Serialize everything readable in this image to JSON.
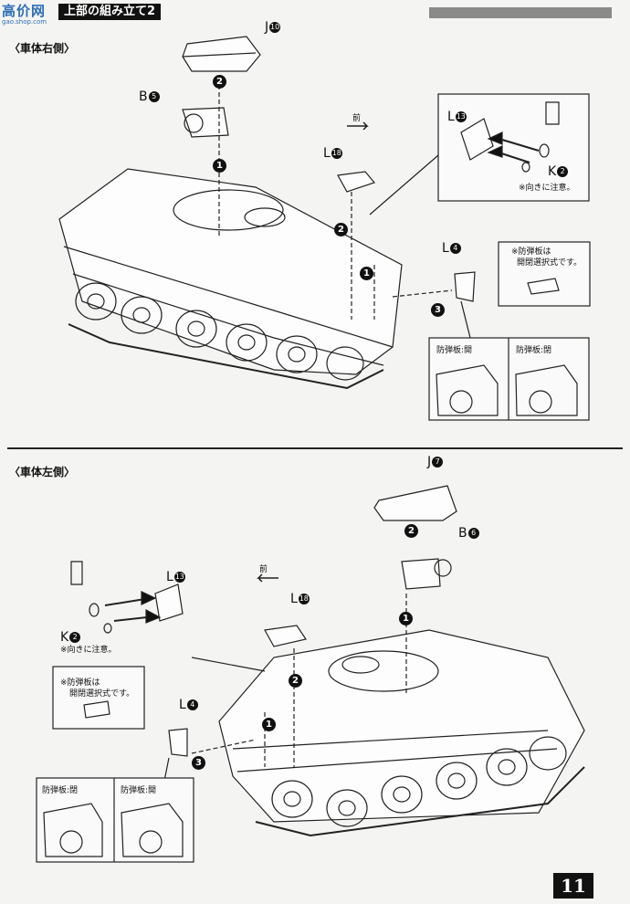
{
  "header": {
    "logo": "高价网",
    "logo_url": "gao.shop.com",
    "title": "上部の組み立て2"
  },
  "sections": [
    {
      "label": "〈車体右側〉",
      "parts": [
        {
          "letter": "J",
          "num": "⑩",
          "n": "10"
        },
        {
          "letter": "B",
          "num": "⑤",
          "n": "5"
        },
        {
          "letter": "L",
          "num": "⑬",
          "n": "13"
        },
        {
          "letter": "K",
          "num": "②",
          "n": "2"
        },
        {
          "letter": "L",
          "num": "⑱",
          "n": "18"
        },
        {
          "letter": "L",
          "num": "④",
          "n": "4"
        }
      ],
      "front": "前",
      "note_direction": "※向きに注意。",
      "note_shield": [
        "※防弾板は",
        "開閉選択式です。"
      ],
      "inset_open": "防弾板:開",
      "inset_closed": "防弾板:閉"
    },
    {
      "label": "〈車体左側〉",
      "parts": [
        {
          "letter": "J",
          "num": "⑦",
          "n": "7"
        },
        {
          "letter": "B",
          "num": "⑥",
          "n": "6"
        },
        {
          "letter": "L",
          "num": "⑬",
          "n": "13"
        },
        {
          "letter": "K",
          "num": "②",
          "n": "2"
        },
        {
          "letter": "L",
          "num": "⑱",
          "n": "18"
        },
        {
          "letter": "L",
          "num": "④",
          "n": "4"
        }
      ],
      "front": "前",
      "note_direction": "※向きに注意。",
      "note_shield": [
        "※防弾板は",
        "開閉選択式です。"
      ],
      "inset_closed": "防弾板:閉",
      "inset_open": "防弾板:開"
    }
  ],
  "steps": [
    "1",
    "2",
    "3"
  ],
  "page_number": "11"
}
